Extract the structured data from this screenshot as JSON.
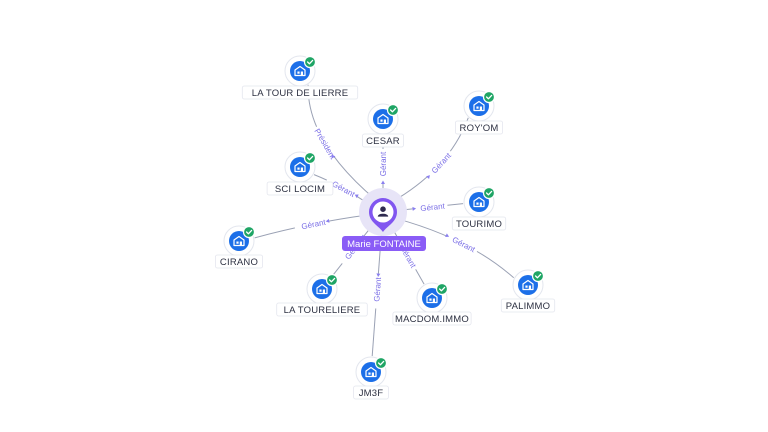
{
  "center": {
    "name": "Marie FONTAINE",
    "icon": "person-icon"
  },
  "companies": [
    {
      "id": "la-tour-de-lierre",
      "name": "LA TOUR DE LIERRE",
      "relation": "Président",
      "verified": true
    },
    {
      "id": "cesar",
      "name": "CESAR",
      "relation": "Gérant",
      "verified": true
    },
    {
      "id": "roy-om",
      "name": "ROY'OM",
      "relation": "Gérant",
      "verified": true
    },
    {
      "id": "sci-locim",
      "name": "SCI LOCIM",
      "relation": "Gérant",
      "verified": true
    },
    {
      "id": "tourimo",
      "name": "TOURIMO",
      "relation": "Gérant",
      "verified": true
    },
    {
      "id": "cirano",
      "name": "CIRANO",
      "relation": "Gérant",
      "verified": true
    },
    {
      "id": "palimmo",
      "name": "PALIMMO",
      "relation": "Gérant",
      "verified": true
    },
    {
      "id": "la-toureliere",
      "name": "LA TOURELIERE",
      "relation": "Gérant",
      "verified": true
    },
    {
      "id": "macdom-immo",
      "name": "MACDOM.IMMO",
      "relation": "Gérant",
      "verified": true
    },
    {
      "id": "jm3f",
      "name": "JM3F",
      "relation": "Gérant",
      "verified": true
    }
  ],
  "icons": {
    "company": "building-icon",
    "verified": "check-badge-icon"
  },
  "colors": {
    "company": "#1c6fe8",
    "verified": "#1fa565",
    "center": "#8156f0",
    "edge": "#9aa1b4",
    "edge_label": "#7b6fe6"
  }
}
